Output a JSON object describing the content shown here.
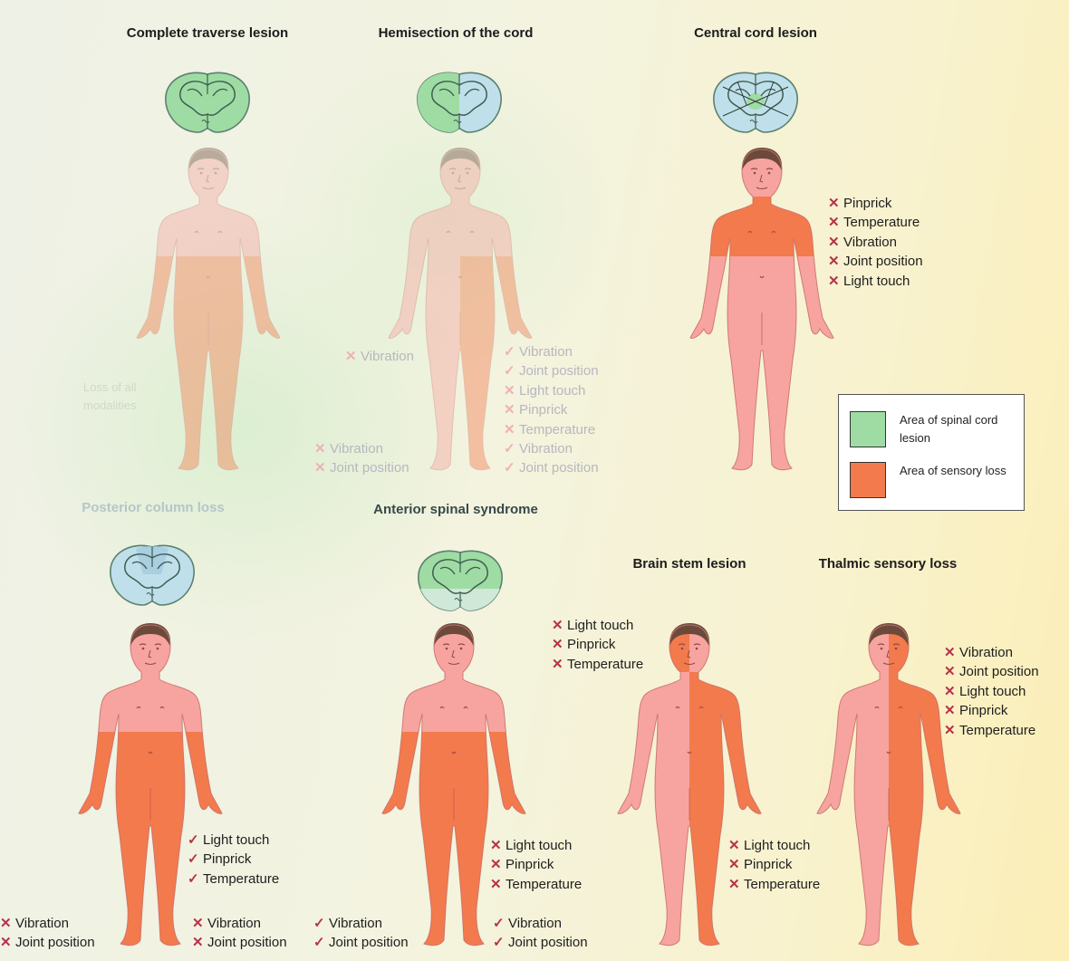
{
  "colors": {
    "lesion": "#9fdca4",
    "sensory_loss": "#f37a4c",
    "skin": "#f7a4a0",
    "hair": "#6b4a3c",
    "mark": "#b63248"
  },
  "legend": [
    {
      "label": "Area of spinal cord lesion",
      "color": "#9fdca4"
    },
    {
      "label": "Area of sensory loss",
      "color": "#f37a4c"
    }
  ],
  "panels": {
    "complete": {
      "title": "Complete traverse lesion",
      "note": "Loss of all modalities"
    },
    "hemisection": {
      "title": "Hemisection of the cord",
      "left_upper": [
        {
          "mark": "x",
          "text": "Vibration"
        }
      ],
      "left_lower": [
        {
          "mark": "x",
          "text": "Vibration"
        },
        {
          "mark": "x",
          "text": "Joint position"
        }
      ],
      "right": [
        {
          "mark": "check",
          "text": "Vibration"
        },
        {
          "mark": "check",
          "text": "Joint position"
        },
        {
          "mark": "x",
          "text": "Light touch"
        },
        {
          "mark": "x",
          "text": "Pinprick"
        },
        {
          "mark": "x",
          "text": "Temperature"
        },
        {
          "mark": "check",
          "text": "Vibration"
        },
        {
          "mark": "check",
          "text": "Joint position"
        }
      ]
    },
    "central": {
      "title": "Central cord lesion",
      "list": [
        {
          "mark": "x",
          "text": "Pinprick"
        },
        {
          "mark": "x",
          "text": "Temperature"
        },
        {
          "mark": "x",
          "text": "Vibration"
        },
        {
          "mark": "x",
          "text": "Joint position"
        },
        {
          "mark": "x",
          "text": "Light touch"
        }
      ]
    },
    "posterior": {
      "title": "Posterior column loss",
      "right": [
        {
          "mark": "check",
          "text": "Light touch"
        },
        {
          "mark": "check",
          "text": "Pinprick"
        },
        {
          "mark": "check",
          "text": "Temperature"
        }
      ],
      "bottom_left": [
        {
          "mark": "x",
          "text": "Vibration"
        },
        {
          "mark": "x",
          "text": "Joint position"
        }
      ],
      "bottom_right": [
        {
          "mark": "x",
          "text": "Vibration"
        },
        {
          "mark": "x",
          "text": "Joint position"
        }
      ]
    },
    "anterior": {
      "title": "Anterior spinal syndrome",
      "right": [
        {
          "mark": "x",
          "text": "Light touch"
        },
        {
          "mark": "x",
          "text": "Pinprick"
        },
        {
          "mark": "x",
          "text": "Temperature"
        }
      ],
      "bottom_left": [
        {
          "mark": "check",
          "text": "Vibration"
        },
        {
          "mark": "check",
          "text": "Joint position"
        }
      ],
      "bottom_right": [
        {
          "mark": "check",
          "text": "Vibration"
        },
        {
          "mark": "check",
          "text": "Joint position"
        }
      ]
    },
    "brainstem": {
      "title": "Brain stem lesion",
      "upper": [
        {
          "mark": "x",
          "text": "Light touch"
        },
        {
          "mark": "x",
          "text": "Pinprick"
        },
        {
          "mark": "x",
          "text": "Temperature"
        }
      ],
      "lower": [
        {
          "mark": "x",
          "text": "Light touch"
        },
        {
          "mark": "x",
          "text": "Pinprick"
        },
        {
          "mark": "x",
          "text": "Temperature"
        }
      ]
    },
    "thalamic": {
      "title": "Thalmic sensory loss",
      "list": [
        {
          "mark": "x",
          "text": "Vibration"
        },
        {
          "mark": "x",
          "text": "Joint position"
        },
        {
          "mark": "x",
          "text": "Light touch"
        },
        {
          "mark": "x",
          "text": "Pinprick"
        },
        {
          "mark": "x",
          "text": "Temperature"
        }
      ]
    }
  }
}
